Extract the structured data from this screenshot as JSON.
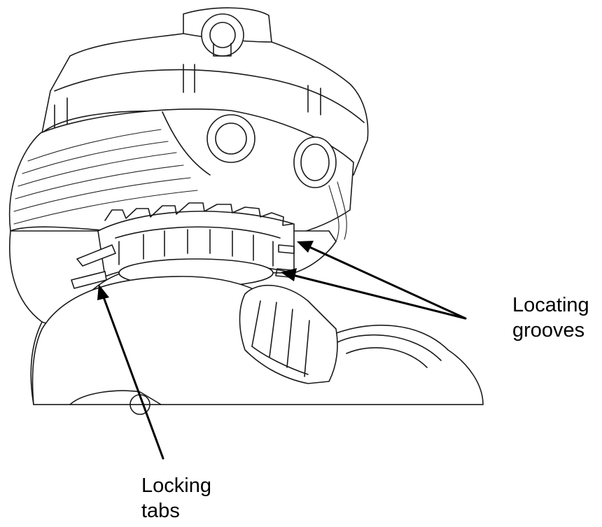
{
  "labels": {
    "locating_grooves": {
      "line1": "Locating",
      "line2": "grooves"
    },
    "locking_tabs": {
      "line1": "Locking",
      "line2": "tabs"
    }
  },
  "colors": {
    "line": "#1a1a1a",
    "background": "#ffffff",
    "text": "#000000"
  }
}
